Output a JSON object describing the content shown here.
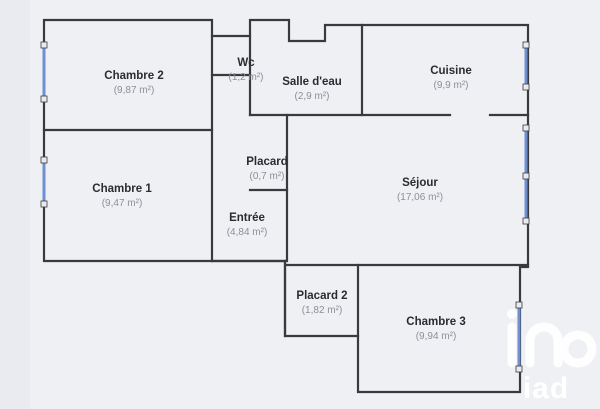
{
  "plan": {
    "rooms": [
      {
        "id": "chambre-2",
        "name": "Chambre 2",
        "area": "(9,87 m²)"
      },
      {
        "id": "wc",
        "name": "Wc",
        "area": "(1,2 m²)"
      },
      {
        "id": "salle-d-eau",
        "name": "Salle d'eau",
        "area": "(2,9 m²)"
      },
      {
        "id": "cuisine",
        "name": "Cuisine",
        "area": "(9,9 m²)"
      },
      {
        "id": "placard",
        "name": "Placard",
        "area": "(0,7 m²)"
      },
      {
        "id": "chambre-1",
        "name": "Chambre 1",
        "area": "(9,47 m²)"
      },
      {
        "id": "sejour",
        "name": "Séjour",
        "area": "(17,06 m²)"
      },
      {
        "id": "entree",
        "name": "Entrée",
        "area": "(4,84 m²)"
      },
      {
        "id": "placard-2",
        "name": "Placard 2",
        "area": "(1,82 m²)"
      },
      {
        "id": "chambre-3",
        "name": "Chambre 3",
        "area": "(9,94 m²)"
      }
    ],
    "colors": {
      "wall": "#3a3a3e",
      "window": "#6f8fd0",
      "background": "#eef0f4"
    }
  },
  "logo": {
    "text": "iad",
    "icon": "iad-logo-icon"
  }
}
